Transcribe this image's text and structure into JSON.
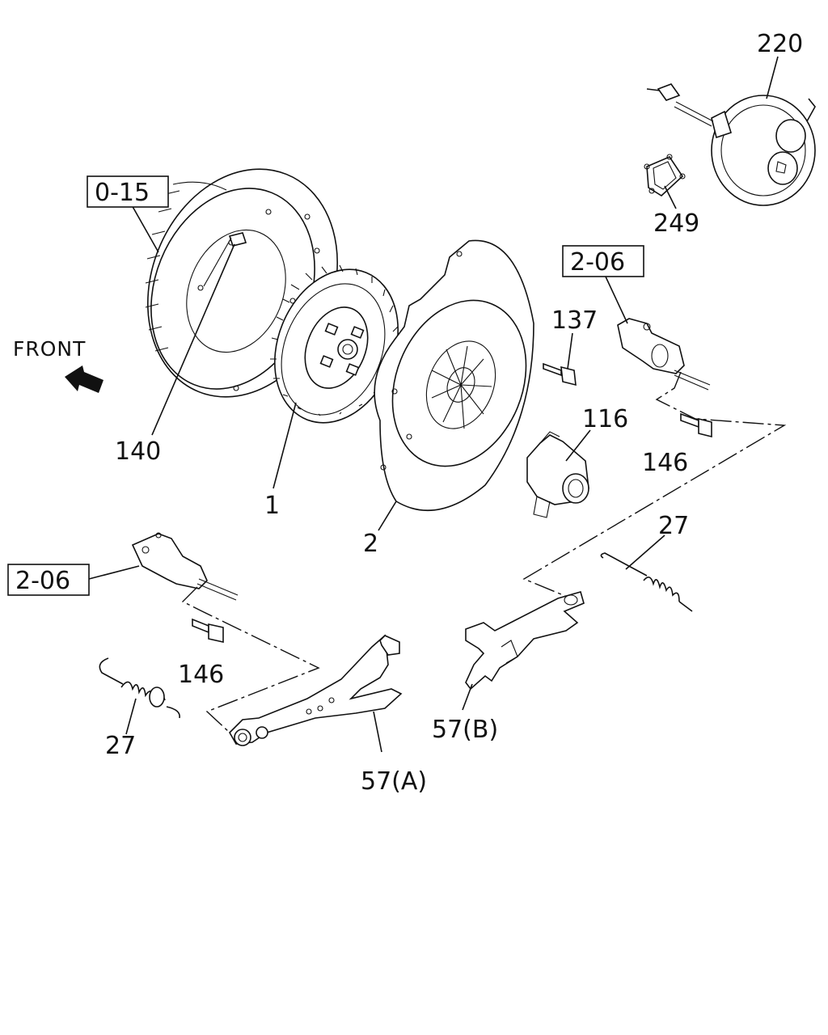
{
  "labels": {
    "flywheel_ref": "0-15",
    "front": "FRONT",
    "pilot_bearing": "140",
    "clutch_disc": "1",
    "pressure_plate": "2",
    "bolt_top": "137",
    "release_bearing": "116",
    "slave_ref_right": "2-06",
    "bolt_right": "146",
    "spring_right": "27",
    "booster": "220",
    "gasket": "249",
    "slave_ref_left": "2-06",
    "bolt_left": "146",
    "spring_left": "27",
    "fork_a": "57(A)",
    "fork_b": "57(B)"
  }
}
